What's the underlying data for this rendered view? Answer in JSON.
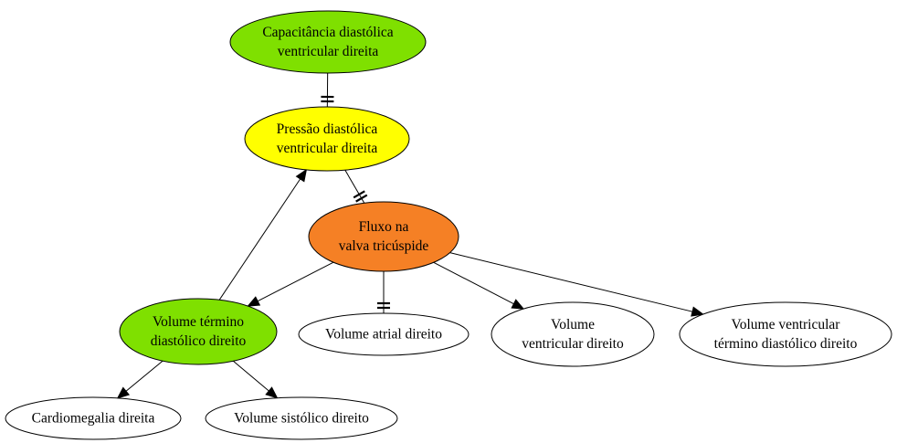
{
  "diagram": {
    "nodes": [
      {
        "id": "n1",
        "lines": [
          "Capacitância diastólica",
          "ventricular direita"
        ],
        "fill": "#7fe000"
      },
      {
        "id": "n2",
        "lines": [
          "Pressão diastólica",
          "ventricular direita"
        ],
        "fill": "#ffff00"
      },
      {
        "id": "n3",
        "lines": [
          "Fluxo na",
          "valva tricúspide"
        ],
        "fill": "#f58025"
      },
      {
        "id": "n4",
        "lines": [
          "Volume término",
          "diastólico direito"
        ],
        "fill": "#7fe000"
      },
      {
        "id": "n5",
        "lines": [
          "Volume atrial direito"
        ],
        "fill": "#ffffff"
      },
      {
        "id": "n6",
        "lines": [
          "Volume",
          "ventricular direito"
        ],
        "fill": "#ffffff"
      },
      {
        "id": "n7",
        "lines": [
          "Volume ventricular",
          "término diastólico direito"
        ],
        "fill": "#ffffff"
      },
      {
        "id": "n8",
        "lines": [
          "Cardiomegalia direita"
        ],
        "fill": "#ffffff"
      },
      {
        "id": "n9",
        "lines": [
          "Volume sistólico direito"
        ],
        "fill": "#ffffff"
      }
    ],
    "edges": [
      {
        "from": "n1",
        "to": "n2",
        "type": "tee"
      },
      {
        "from": "n2",
        "to": "n3",
        "type": "tee"
      },
      {
        "from": "n3",
        "to": "n4",
        "type": "arrow"
      },
      {
        "from": "n3",
        "to": "n5",
        "type": "tee"
      },
      {
        "from": "n3",
        "to": "n6",
        "type": "arrow"
      },
      {
        "from": "n3",
        "to": "n7",
        "type": "arrow"
      },
      {
        "from": "n4",
        "to": "n2",
        "type": "arrow"
      },
      {
        "from": "n4",
        "to": "n8",
        "type": "arrow"
      },
      {
        "from": "n4",
        "to": "n9",
        "type": "arrow"
      }
    ]
  }
}
